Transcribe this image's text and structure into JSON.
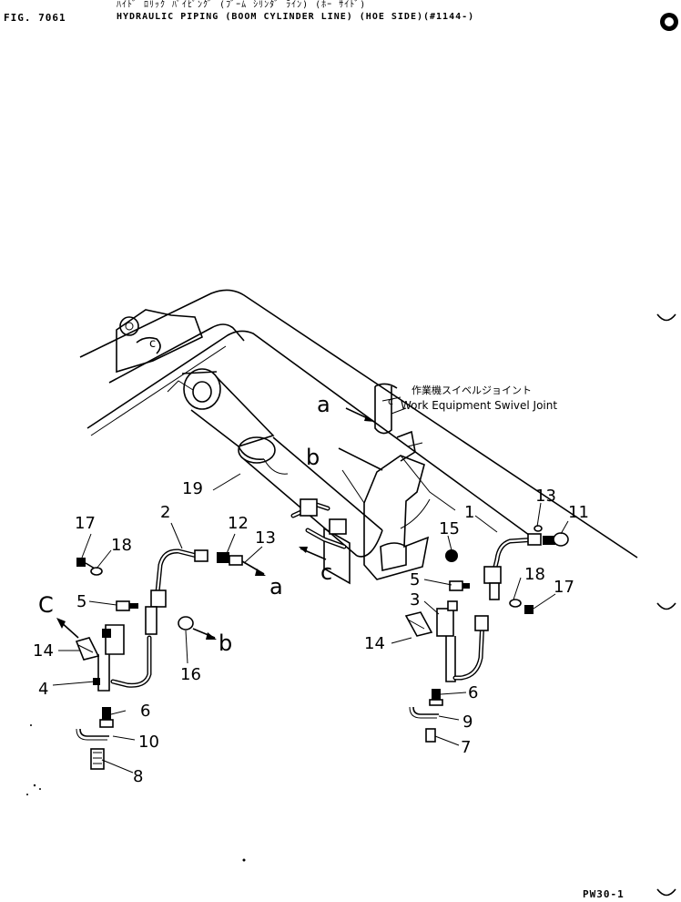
{
  "header": {
    "fig_label": "FIG. 7061",
    "title_jp": "ﾊｲﾄﾞ ﾛﾘｯｸ ﾊﾟｲﾋﾟﾝｸﾞ (ﾌﾞｰﾑ ｼﾘﾝﾀﾞ ﾗｲﾝ) (ﾎｰ ｻｲﾄﾞ)",
    "title_en": "HYDRAULIC PIPING (BOOM CYLINDER LINE) (HOE SIDE)(#1144-)"
  },
  "footer": {
    "page_code": "PW30-1"
  },
  "swivel_joint": {
    "label_jp": "作業機スイベルジョイント",
    "label_en": "Work Equipment Swivel Joint"
  },
  "callouts": {
    "p1": "1",
    "p2": "2",
    "p3": "3",
    "p4": "4",
    "p5a": "5",
    "p5b": "5",
    "p6a": "6",
    "p6b": "6",
    "p7": "7",
    "p8": "8",
    "p9": "9",
    "p10": "10",
    "p11": "11",
    "p12": "12",
    "p13a": "13",
    "p13b": "13",
    "p14a": "14",
    "p14b": "14",
    "p15": "15",
    "p16": "16",
    "p17a": "17",
    "p17b": "17",
    "p18a": "18",
    "p18b": "18",
    "p19": "19"
  },
  "connectors": {
    "a_top": "a",
    "a_bottom": "a",
    "b_top": "b",
    "b_bottom": "b",
    "c_mid": "c",
    "c_left": "C",
    "c_boom": "c",
    "c_swivel": "c"
  }
}
